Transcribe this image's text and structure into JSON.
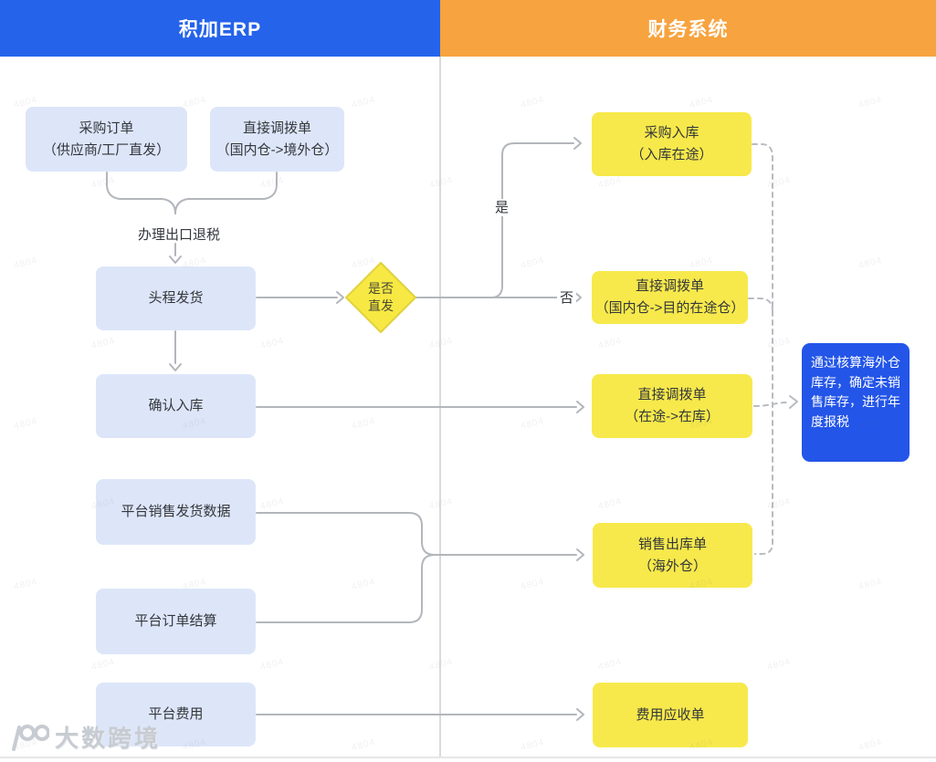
{
  "erp": {
    "header": "积加ERP",
    "purchase_order": {
      "line1": "采购订单",
      "line2": "（供应商/工厂直发）"
    },
    "direct_transfer": {
      "line1": "直接调拨单",
      "line2": "（国内仓->境外仓）"
    },
    "export_rebate_label": "办理出口退税",
    "first_leg_shipping": "头程发货",
    "confirm_inbound": "确认入库",
    "platform_sales_data": "平台销售发货数据",
    "platform_order_settlement": "平台订单结算",
    "platform_fee": "平台费用"
  },
  "decision": {
    "line1": "是否",
    "line2": "直发",
    "yes_label": "是",
    "no_label": "否"
  },
  "finance": {
    "header": "财务系统",
    "purchase_inbound": {
      "line1": "采购入库",
      "line2": "（入库在途）"
    },
    "direct_transfer_transit": {
      "line1": "直接调拨单",
      "line2": "（国内仓->目的在途仓）"
    },
    "direct_transfer_instock": {
      "line1": "直接调拨单",
      "line2": "（在途->在库）"
    },
    "sales_outbound": {
      "line1": "销售出库单",
      "line2": "（海外仓）"
    },
    "fee_receivable": "费用应收单",
    "annual_tax_note": "通过核算海外仓库存，确定未销售库存，进行年度报税"
  },
  "footer": {
    "logo_text": "大数跨境"
  },
  "watermark": {
    "text": "4804"
  },
  "colors": {
    "erp_blue": "#2563eb",
    "finance_orange": "#f7a33f",
    "erp_box": "#dde6f9",
    "doc_yellow": "#f7e94b",
    "diamond_fill": "#f7e843",
    "diamond_border": "#e0d23e",
    "note_blue": "#2355e8",
    "line_color": "#b3b6bb",
    "dash_color": "#b8bbc0"
  }
}
